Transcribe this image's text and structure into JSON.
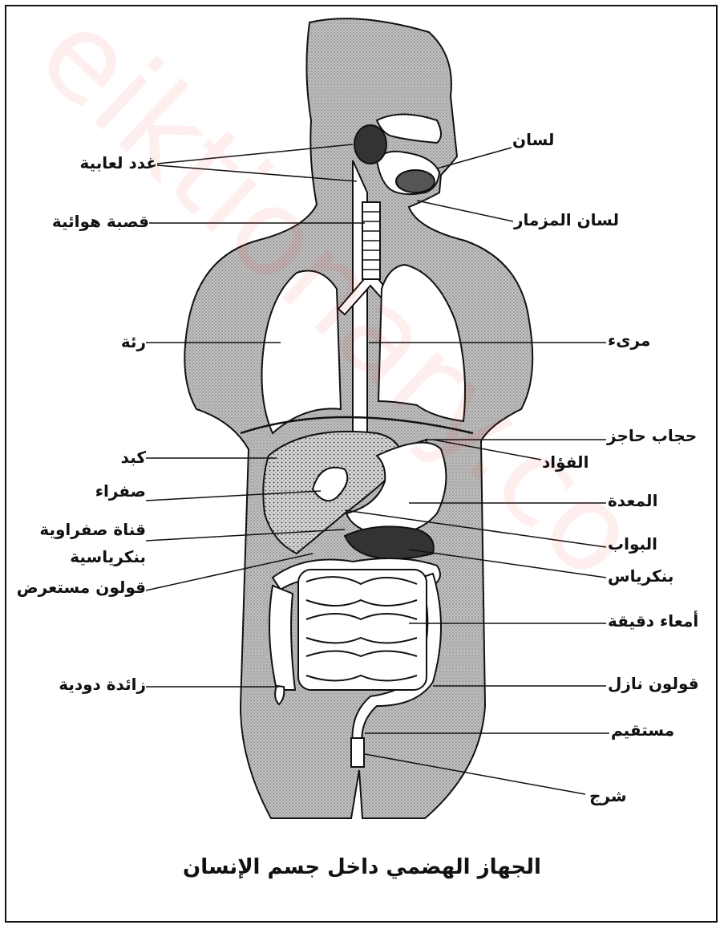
{
  "colors": {
    "ink": "#111111",
    "body_fill": "#b5b5b5",
    "organ_fill": "#ffffff",
    "watermark": "#ff2020"
  },
  "watermark_text": "eiktionary.co",
  "caption": "الجهاز الهضمي داخل جسم الإنسان",
  "labels": {
    "salivary_glands": "غدد لعابية",
    "trachea": "قصبة هوائية",
    "lung": "رئة",
    "liver": "كبد",
    "gallbladder": "صفراء",
    "pancreatic_bile_duct_1": "قناة صفراوية",
    "pancreatic_bile_duct_2": "بنكرياسية",
    "transverse_colon": "قولون مستعرض",
    "appendix": "زائدة دودية",
    "tongue": "لسان",
    "epiglottis": "لسان المزمار",
    "esophagus": "مرىء",
    "diaphragm": "حجاب حاجز",
    "cardia": "الفؤاد",
    "stomach": "المعدة",
    "pylorus": "البواب",
    "pancreas": "بنكرياس",
    "small_intestine": "أمعاء دقيقة",
    "descending_colon": "قولون نازل",
    "rectum": "مستقيم",
    "anus": "شرج"
  }
}
